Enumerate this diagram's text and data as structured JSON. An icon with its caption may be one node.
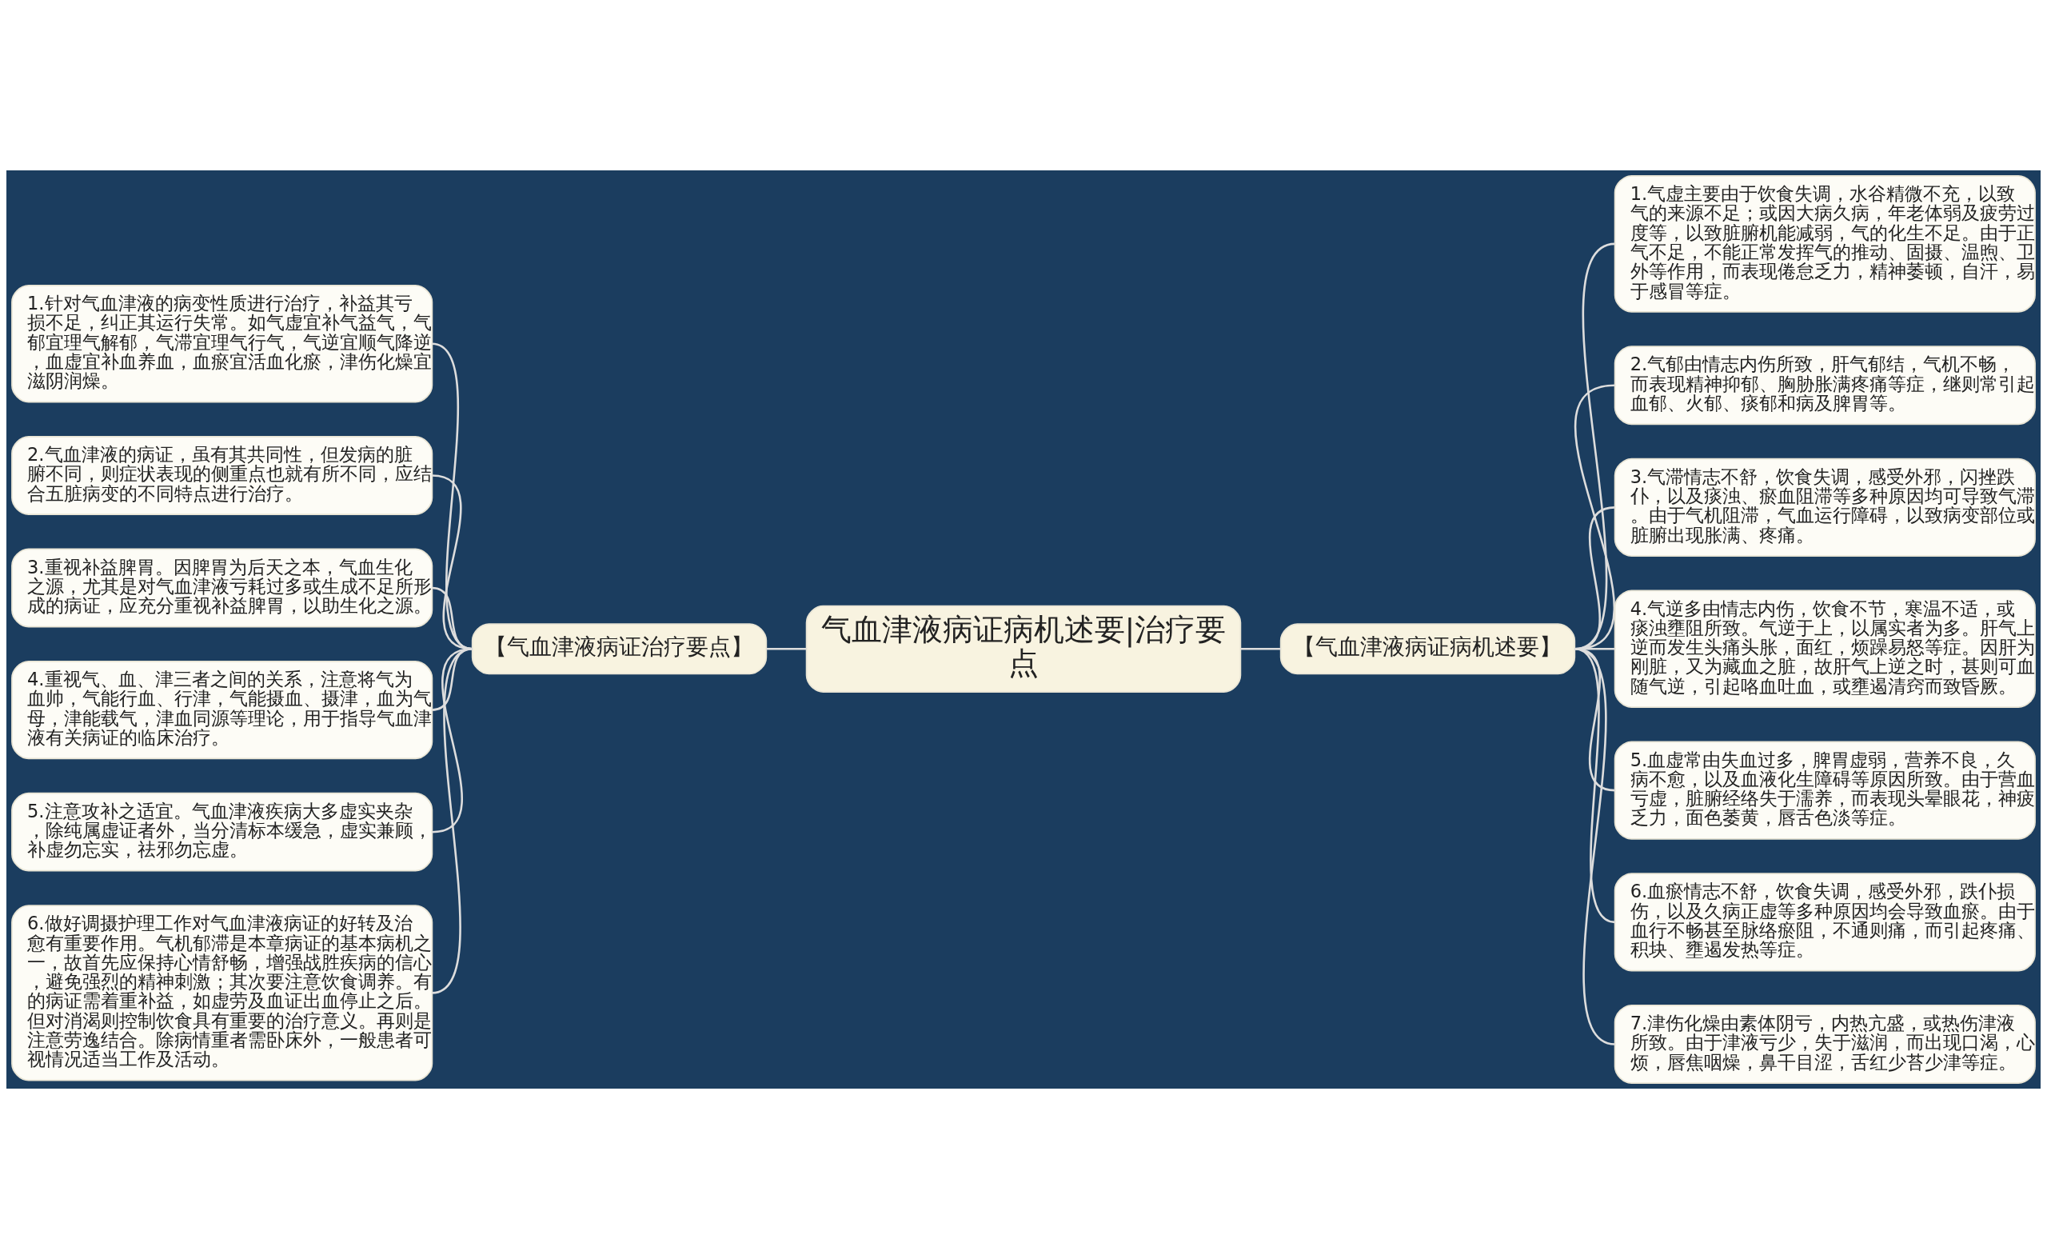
{
  "diagram": {
    "nodes": [
      {
        "text": [
          "气血津液病证病机述要|治疗要点"
        ]
      },
      {
        "text": [
          "【气血津液病证治疗要点】"
        ]
      },
      {
        "text": [
          "1.针对气血津液的病变性质进行治疗，补益其亏损不足，纠正其运行失常。如气虚宜补气益气，气郁宜理气解郁，气滞宜理气行气，气逆宜顺气降逆，血虚宜补血养血，血瘀宜活血化瘀，津伤化燥宜滋阴润燥。"
        ]
      },
      {
        "text": [
          "2.气血津液的病证，虽有其共同性，但发病的脏腑不同，则症状表现的侧重点也就有所不同，应结合五脏病变的不同特点进行治疗。"
        ]
      },
      {
        "text": [
          "3.重视补益脾胃。因脾胃为后天之本，气血生化之源，尤其是对气血津液亏耗过多或生成不足所形成的病证，应充分重视补益脾胃，以助生化之源。"
        ]
      },
      {
        "text": [
          "4.重视气、血、津三者之间的关系，注意将气为血帅，气能行血、行津，气能摄血、摄津，血为气母，津能载气，津血同源等理论，用于指导气血津液有关病证的临床治疗。"
        ]
      },
      {
        "text": [
          "5.注意攻补之适宜。气血津液疾病大多虚实夹杂，除纯属虚证者外，当分清标本缓急，虚实兼顾，补虚勿忘实，祛邪勿忘虚。"
        ]
      },
      {
        "text": [
          "6.做好调摄护理工作对气血津液病证的好转及治愈有重要作用。气机郁滞是本章病证的基本病机之一，故首先应保持心情舒畅，增强战胜疾病的信心，避免强烈的精神刺激；其次要注意饮食调养。有的病证需着重补益，如虚劳及血证出血停止之后。但对消渴则控制饮食具有重要的治疗意义。再则是注意劳逸结合。除病情重者需卧床外，一般患者可视情况适当工作及活动。"
        ]
      },
      {
        "text": [
          "【气血津液病证病机述要】"
        ]
      },
      {
        "text": [
          "1.气虚主要由于饮食失调，水谷精微不充，以致气的来源不足；或因大病久病，年老体弱及疲劳过度等，以致脏腑机能减弱，气的化生不足。由于正气不足，不能正常发挥气的推动、固摄、温煦、卫外等作用，而表现倦怠乏力，精神萎顿，自汗，易于感冒等症。"
        ]
      },
      {
        "text": [
          "2.气郁由情志内伤所致，肝气郁结，气机不畅，而表现精神抑郁、胸胁胀满疼痛等症，继则常引起血郁、火郁、痰郁和病及脾胃等。"
        ]
      },
      {
        "text": [
          "3.气滞情志不舒，饮食失调，感受外邪，闪挫跌仆，以及痰浊、瘀血阻滞等多种原因均可导致气滞。由于气机阻滞，气血运行障碍，以致病变部位或脏腑出现胀满、疼痛。"
        ]
      },
      {
        "text": [
          "4.气逆多由情志内伤，饮食不节，寒温不适，或痰浊壅阻所致。气逆于上，以属实者为多。肝气上逆而发生头痛头胀，面红，烦躁易怒等症。因肝为刚脏，又为藏血之脏，故肝气上逆之时，甚则可血随气逆，引起咯血吐血，或壅遏清窍而致昏厥。"
        ]
      },
      {
        "text": [
          "5.血虚常由失血过多，脾胃虚弱，营养不良，久病不愈，以及血液化生障碍等原因所致。由于营血亏虚，脏腑经络失于濡养，而表现头晕眼花，神疲乏力，面色萎黄，唇舌色淡等症。"
        ]
      },
      {
        "text": [
          "6.血瘀情志不舒，饮食失调，感受外邪，跌仆损伤，以及久病正虚等多种原因均会导致血瘀。由于血行不畅甚至脉络瘀阻，不通则痛，而引起疼痛、积块、壅遏发热等症。"
        ]
      },
      {
        "text": [
          "7.津伤化燥由素体阴亏，内热亢盛，或热伤津液所致。由于津液亏少，失于滋润，而出现口渴，心烦，唇焦咽燥，鼻干目涩，舌红少苔少津等症。"
        ]
      }
    ],
    "edges": [
      {
        "from": 0,
        "to": 1,
        "arrow": "none"
      },
      {
        "from": 1,
        "to": 2,
        "arrow": "none"
      },
      {
        "from": 1,
        "to": 3,
        "arrow": "none"
      },
      {
        "from": 1,
        "to": 4,
        "arrow": "none"
      },
      {
        "from": 1,
        "to": 5,
        "arrow": "none"
      },
      {
        "from": 1,
        "to": 6,
        "arrow": "none"
      },
      {
        "from": 1,
        "to": 7,
        "arrow": "none"
      },
      {
        "from": 0,
        "to": 8,
        "arrow": "none"
      },
      {
        "from": 8,
        "to": 9,
        "arrow": "none"
      },
      {
        "from": 8,
        "to": 10,
        "arrow": "none"
      },
      {
        "from": 8,
        "to": 11,
        "arrow": "none"
      },
      {
        "from": 8,
        "to": 12,
        "arrow": "none"
      },
      {
        "from": 8,
        "to": 13,
        "arrow": "none"
      },
      {
        "from": 8,
        "to": 14,
        "arrow": "none"
      },
      {
        "from": 8,
        "to": 15,
        "arrow": "none"
      }
    ]
  }
}
